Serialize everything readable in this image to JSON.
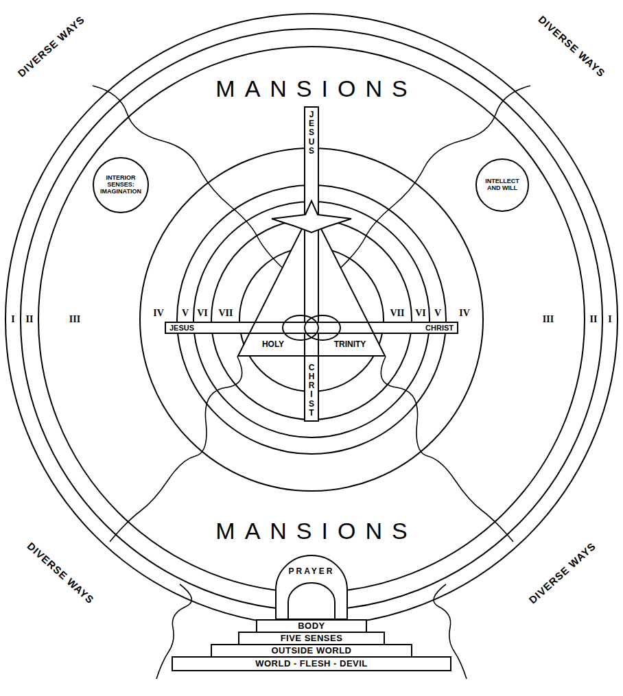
{
  "diagram": {
    "nodes": [
      {
        "text": [
          "INTERIOR SENSES: IMAGINATION"
        ]
      },
      {
        "text": [
          "INTELLECT AND WILL"
        ]
      },
      {
        "text": [
          "JESUS",
          "CHRIST"
        ]
      },
      {
        "text": [
          "JESUS",
          "CHRIST"
        ]
      },
      {
        "text": [
          "HOLY",
          "TRINITY"
        ]
      },
      {
        "text": [
          "PRAYER"
        ]
      },
      {
        "text": [
          "BODY"
        ]
      },
      {
        "text": [
          "FIVE SENSES"
        ]
      },
      {
        "text": [
          "OUTSIDE WORLD"
        ]
      },
      {
        "text": [
          "WORLD - FLESH - DEVIL"
        ]
      }
    ],
    "labels": [
      "DIVERSE WAYS",
      "DIVERSE WAYS",
      "MANSIONS",
      "I",
      "II",
      "III",
      "IV",
      "V",
      "VI",
      "VII",
      "VII",
      "VI",
      "V",
      "IV",
      "III",
      "II",
      "I",
      "MANSIONS",
      "DIVERSE WAYS",
      "DIVERSE WAYS"
    ]
  }
}
